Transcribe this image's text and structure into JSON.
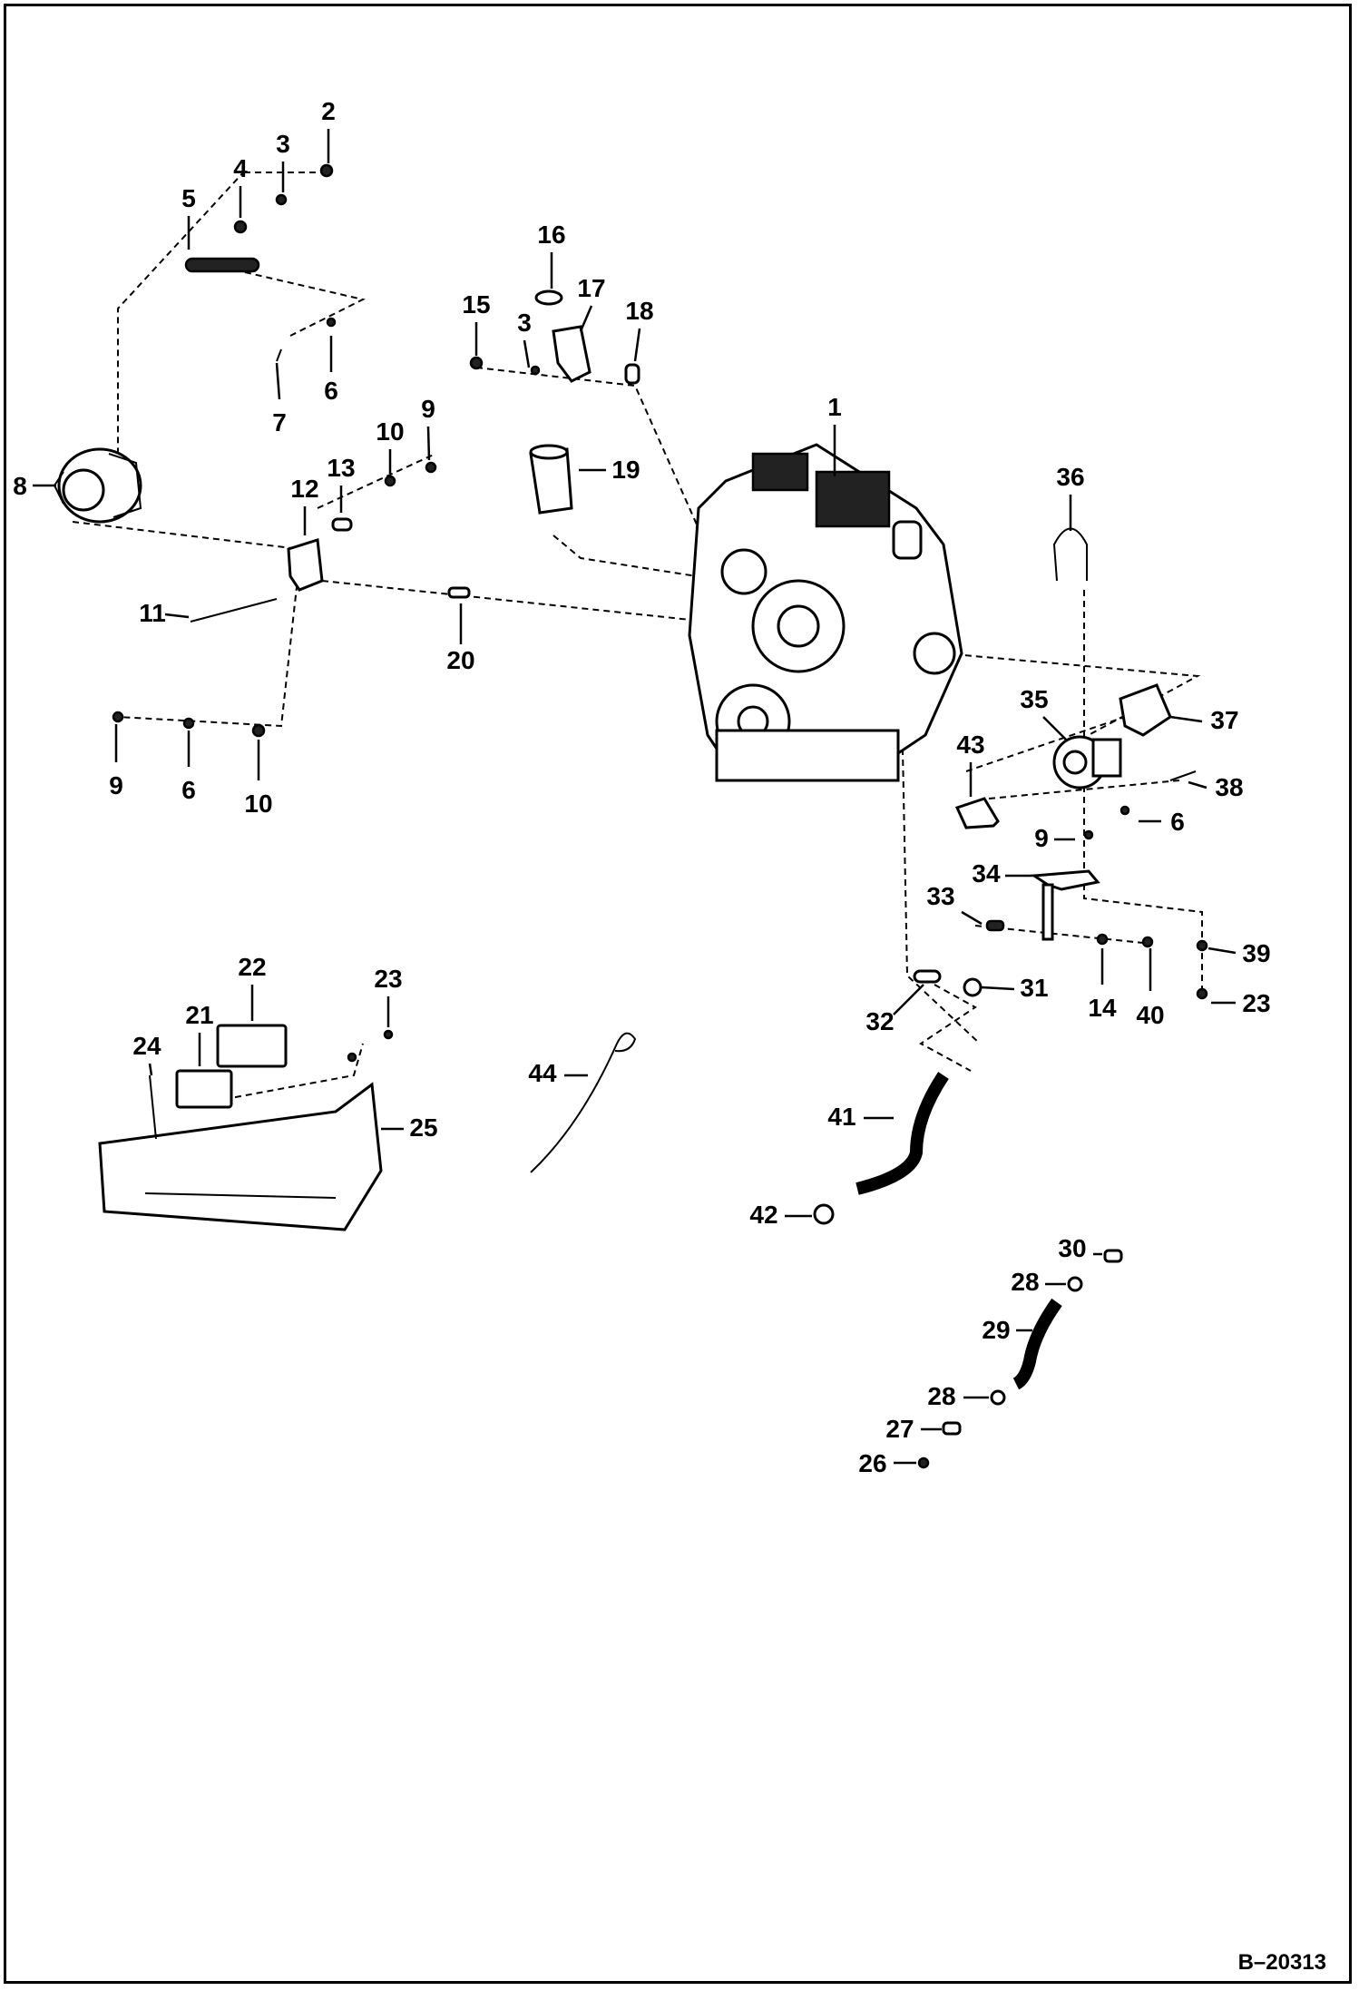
{
  "diagram": {
    "reference_code": "B–20313",
    "callouts": [
      "1",
      "2",
      "3",
      "3",
      "4",
      "5",
      "6",
      "6",
      "6",
      "7",
      "8",
      "9",
      "9",
      "9",
      "10",
      "10",
      "11",
      "12",
      "13",
      "14",
      "15",
      "16",
      "17",
      "18",
      "19",
      "20",
      "21",
      "22",
      "23",
      "23",
      "24",
      "25",
      "26",
      "27",
      "28",
      "28",
      "29",
      "30",
      "31",
      "32",
      "33",
      "34",
      "35",
      "36",
      "37",
      "38",
      "39",
      "40",
      "41",
      "42",
      "43",
      "44"
    ]
  }
}
